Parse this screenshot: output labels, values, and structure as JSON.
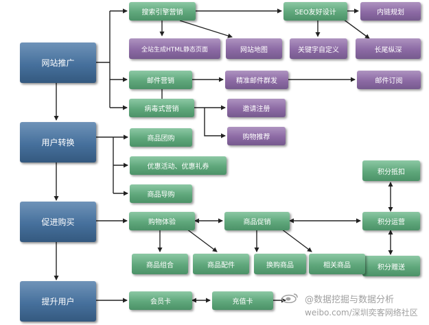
{
  "nodes": {
    "site_promotion": "网站推广",
    "user_conversion": "用户转换",
    "promote_purchase": "促进购买",
    "upgrade_users": "提升用户",
    "search_engine_marketing": "搜索引擎营销",
    "static_pages": "全站生成HTML静态页面",
    "site_map": "网站地图",
    "seo_design": "SEO友好设计",
    "internal_links": "内链规划",
    "custom_keywords": "关键字自定义",
    "long_tail": "长尾纵深",
    "email_marketing": "邮件营销",
    "precise_email": "精准邮件群发",
    "email_subscription": "邮件订阅",
    "viral_marketing": "病毒式营销",
    "invite_register": "邀请注册",
    "shopping_recommend": "购物推荐",
    "group_buy": "商品团购",
    "promotions": "优惠活动、优惠礼券",
    "product_guide": "商品导购",
    "shopping_experience": "购物体验",
    "product_promotion": "商品促销",
    "points_redeem": "积分抵扣",
    "points_operation": "积分运营",
    "points_gift": "积分赠送",
    "product_combo": "商品组合",
    "accessories": "商品配件",
    "trade_in": "换购商品",
    "related_products": "相关商品",
    "member_card": "会员卡",
    "recharge_card": "充值卡"
  },
  "watermark": {
    "line1": "@数据挖掘与数据分析",
    "line2": "weibo.com/深圳奕客网络社区"
  },
  "colors": {
    "main": "#46709c",
    "green": "#5fa77b",
    "purple": "#8c6aa4",
    "arrow": "#222222"
  }
}
